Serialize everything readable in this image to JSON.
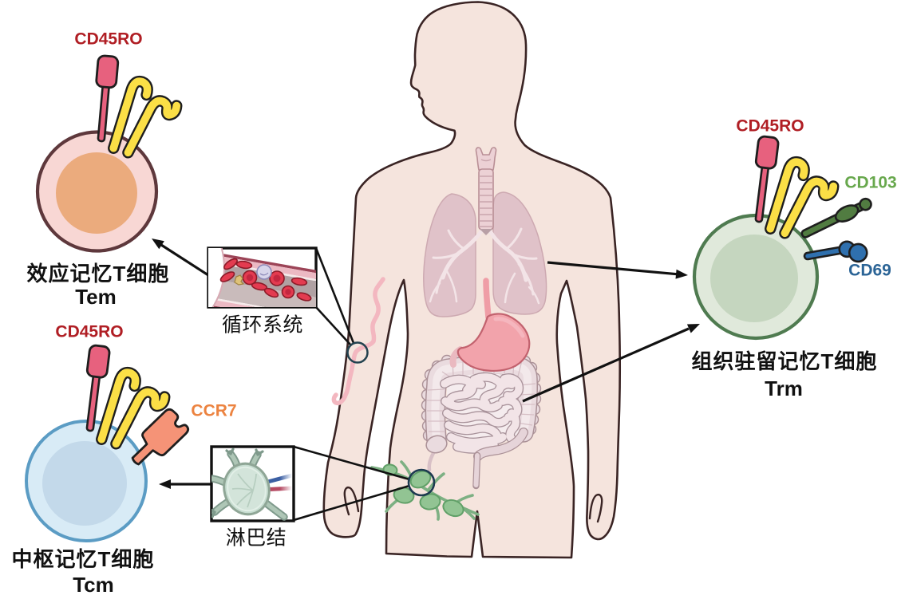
{
  "cells": {
    "tem": {
      "marker": "CD45RO",
      "name_cn": "效应记忆T细胞",
      "name_en": "Tem",
      "membrane_color": "#5e383c",
      "cytoplasm_color": "#f8d7d4",
      "nucleus_color": "#ebab7d"
    },
    "tcm": {
      "marker": "CD45RO",
      "receptor2": "CCR7",
      "name_cn": "中枢记忆T细胞",
      "name_en": "Tcm",
      "membrane_color": "#5b9cc4",
      "cytoplasm_color": "#d8ebf6",
      "nucleus_color": "#c3d9ea"
    },
    "trm": {
      "marker": "CD45RO",
      "receptor2": "CD103",
      "receptor3": "CD69",
      "name_cn": "组织驻留记忆T细胞",
      "name_en": "Trm",
      "membrane_color": "#4f7b50",
      "cytoplasm_color": "#e0e9db",
      "nucleus_color": "#c5d6bf"
    }
  },
  "insets": {
    "circulatory": {
      "label": "循环系统"
    },
    "lymph_node": {
      "label": "淋巴结"
    }
  },
  "colors": {
    "cd45ro_label": "#b01e24",
    "ccr7_label": "#ec8340",
    "cd103_label": "#68a84d",
    "cd69_label": "#2b6496",
    "receptor_cd45ro": "#e7617e",
    "receptor_tcr": "#fbdf46",
    "receptor_ccr7": "#f9a173",
    "receptor_cd103": "#517c41",
    "receptor_cd69": "#2f70ae",
    "skin": "#f5e4dd",
    "body_outline": "#3a2424"
  }
}
